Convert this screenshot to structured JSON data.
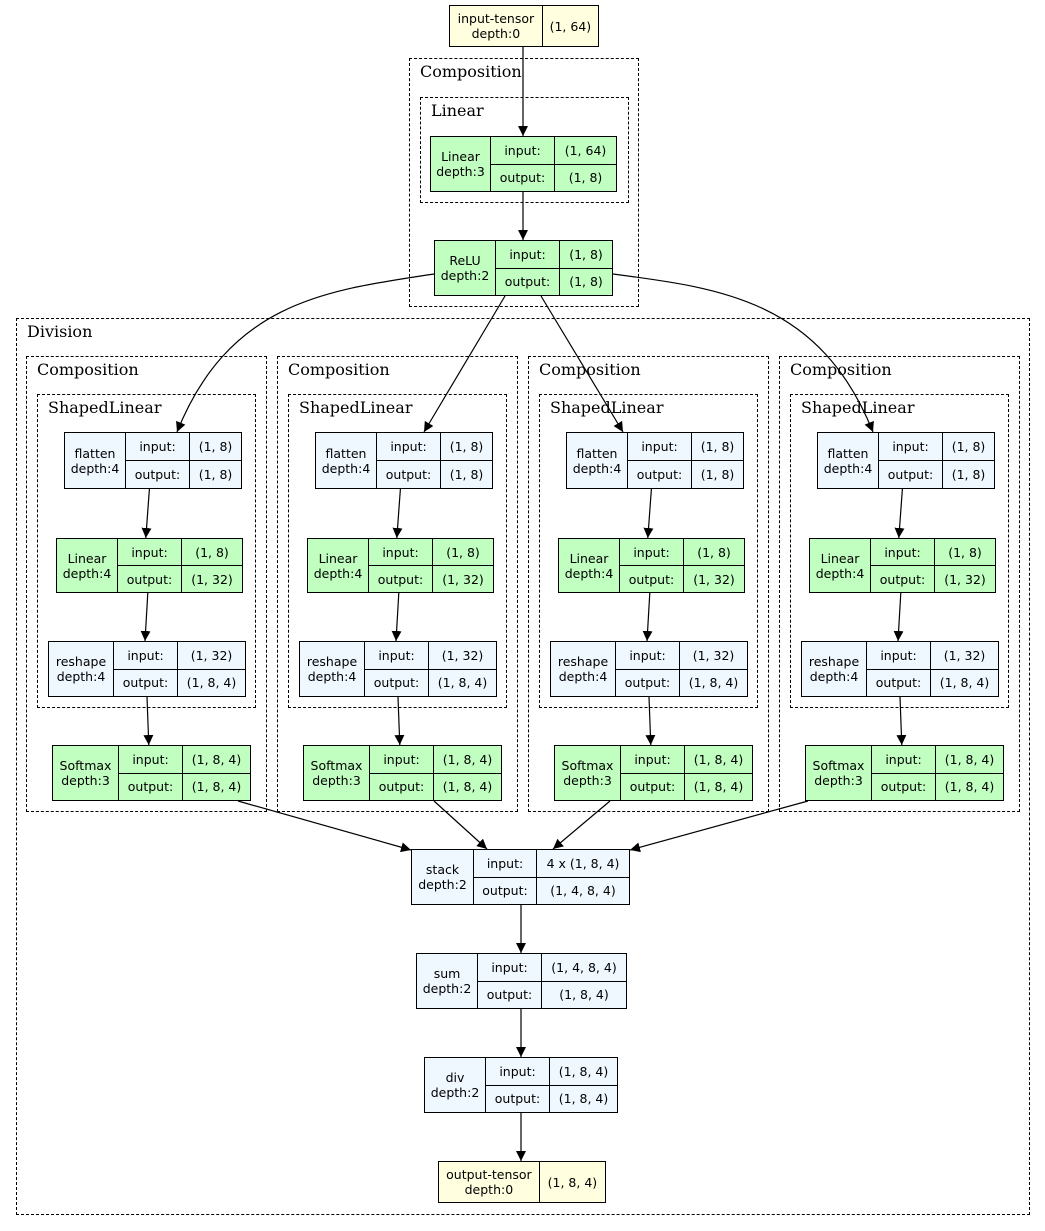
{
  "labels": {
    "input": "input:",
    "output": "output:"
  },
  "clusters": {
    "top_composition": "Composition",
    "top_linear": "Linear",
    "division": "Division",
    "composition": "Composition",
    "shaped_linear": "ShapedLinear"
  },
  "nodes": {
    "input_tensor": {
      "name": "input-tensor",
      "depth": "depth:0",
      "shape": "(1, 64)"
    },
    "linear_top": {
      "name": "Linear",
      "depth": "depth:3",
      "input": "(1, 64)",
      "output": "(1, 8)"
    },
    "relu": {
      "name": "ReLU",
      "depth": "depth:2",
      "input": "(1, 8)",
      "output": "(1, 8)"
    },
    "branches": [
      {
        "flatten": {
          "name": "flatten",
          "depth": "depth:4",
          "input": "(1, 8)",
          "output": "(1, 8)"
        },
        "linear": {
          "name": "Linear",
          "depth": "depth:4",
          "input": "(1, 8)",
          "output": "(1, 32)"
        },
        "reshape": {
          "name": "reshape",
          "depth": "depth:4",
          "input": "(1, 32)",
          "output": "(1, 8, 4)"
        },
        "softmax": {
          "name": "Softmax",
          "depth": "depth:3",
          "input": "(1, 8, 4)",
          "output": "(1, 8, 4)"
        }
      },
      {
        "flatten": {
          "name": "flatten",
          "depth": "depth:4",
          "input": "(1, 8)",
          "output": "(1, 8)"
        },
        "linear": {
          "name": "Linear",
          "depth": "depth:4",
          "input": "(1, 8)",
          "output": "(1, 32)"
        },
        "reshape": {
          "name": "reshape",
          "depth": "depth:4",
          "input": "(1, 32)",
          "output": "(1, 8, 4)"
        },
        "softmax": {
          "name": "Softmax",
          "depth": "depth:3",
          "input": "(1, 8, 4)",
          "output": "(1, 8, 4)"
        }
      },
      {
        "flatten": {
          "name": "flatten",
          "depth": "depth:4",
          "input": "(1, 8)",
          "output": "(1, 8)"
        },
        "linear": {
          "name": "Linear",
          "depth": "depth:4",
          "input": "(1, 8)",
          "output": "(1, 32)"
        },
        "reshape": {
          "name": "reshape",
          "depth": "depth:4",
          "input": "(1, 32)",
          "output": "(1, 8, 4)"
        },
        "softmax": {
          "name": "Softmax",
          "depth": "depth:3",
          "input": "(1, 8, 4)",
          "output": "(1, 8, 4)"
        }
      },
      {
        "flatten": {
          "name": "flatten",
          "depth": "depth:4",
          "input": "(1, 8)",
          "output": "(1, 8)"
        },
        "linear": {
          "name": "Linear",
          "depth": "depth:4",
          "input": "(1, 8)",
          "output": "(1, 32)"
        },
        "reshape": {
          "name": "reshape",
          "depth": "depth:4",
          "input": "(1, 32)",
          "output": "(1, 8, 4)"
        },
        "softmax": {
          "name": "Softmax",
          "depth": "depth:3",
          "input": "(1, 8, 4)",
          "output": "(1, 8, 4)"
        }
      }
    ],
    "stack": {
      "name": "stack",
      "depth": "depth:2",
      "input": "4 x (1, 8, 4)",
      "output": "(1, 4, 8, 4)"
    },
    "sum": {
      "name": "sum",
      "depth": "depth:2",
      "input": "(1, 4, 8, 4)",
      "output": "(1, 8, 4)"
    },
    "div": {
      "name": "div",
      "depth": "depth:2",
      "input": "(1, 8, 4)",
      "output": "(1, 8, 4)"
    },
    "output_tensor": {
      "name": "output-tensor",
      "depth": "depth:0",
      "shape": "(1, 8, 4)"
    }
  },
  "colors": {
    "module_fill": "#c1ffc1",
    "function_fill": "#f0f8ff",
    "tensor_fill": "#ffffe0",
    "stroke": "#000000"
  }
}
